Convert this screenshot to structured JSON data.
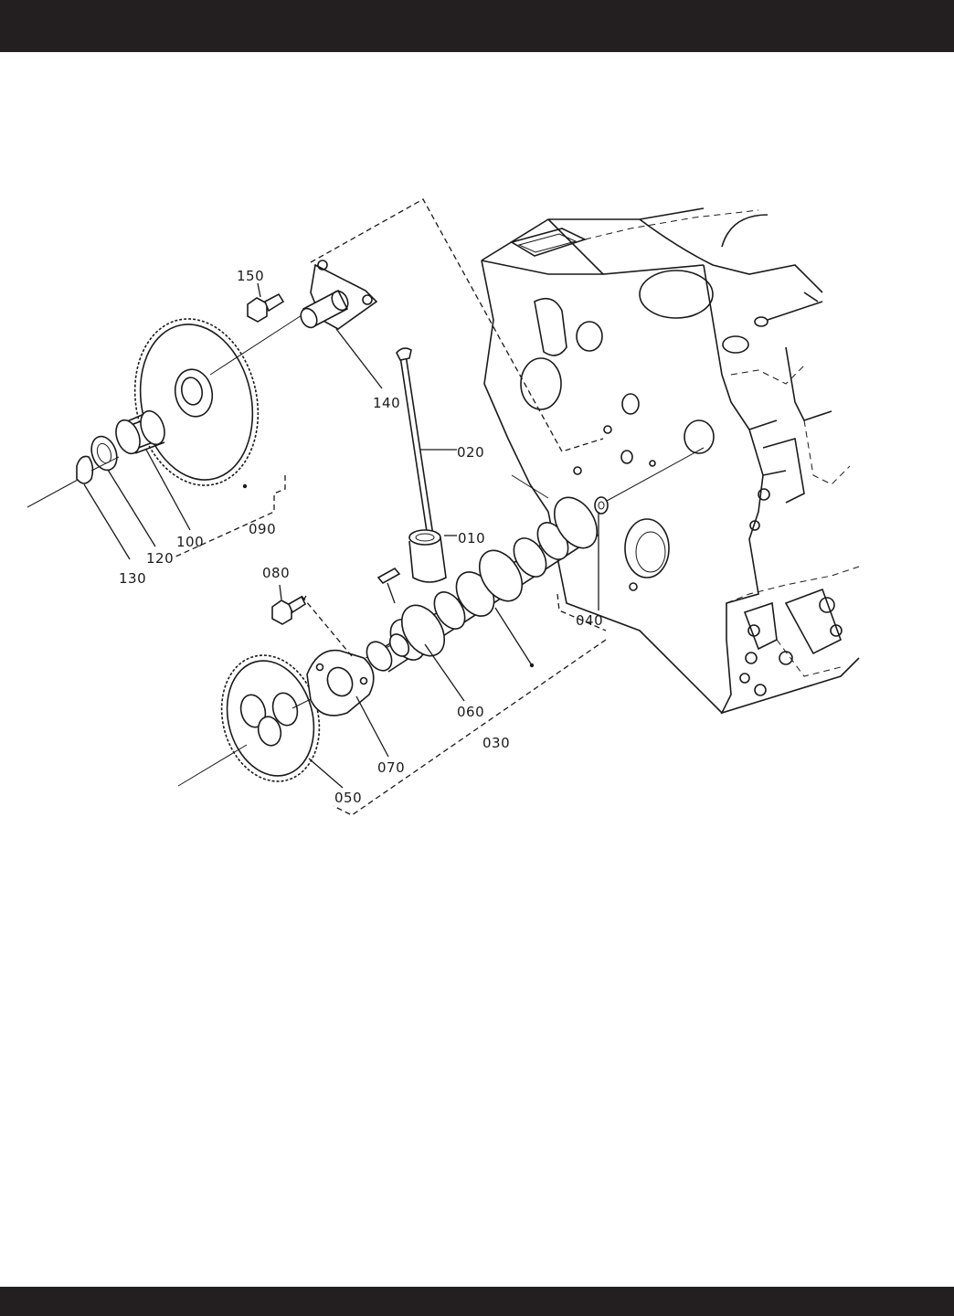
{
  "labels": {
    "p010": "010",
    "p020": "020",
    "p030": "030",
    "p040": "040",
    "p050": "050",
    "p060": "060",
    "p070": "070",
    "p080": "080",
    "p090": "090",
    "p100": "100",
    "p120": "120",
    "p130": "130",
    "p140": "140",
    "p150": "150"
  }
}
